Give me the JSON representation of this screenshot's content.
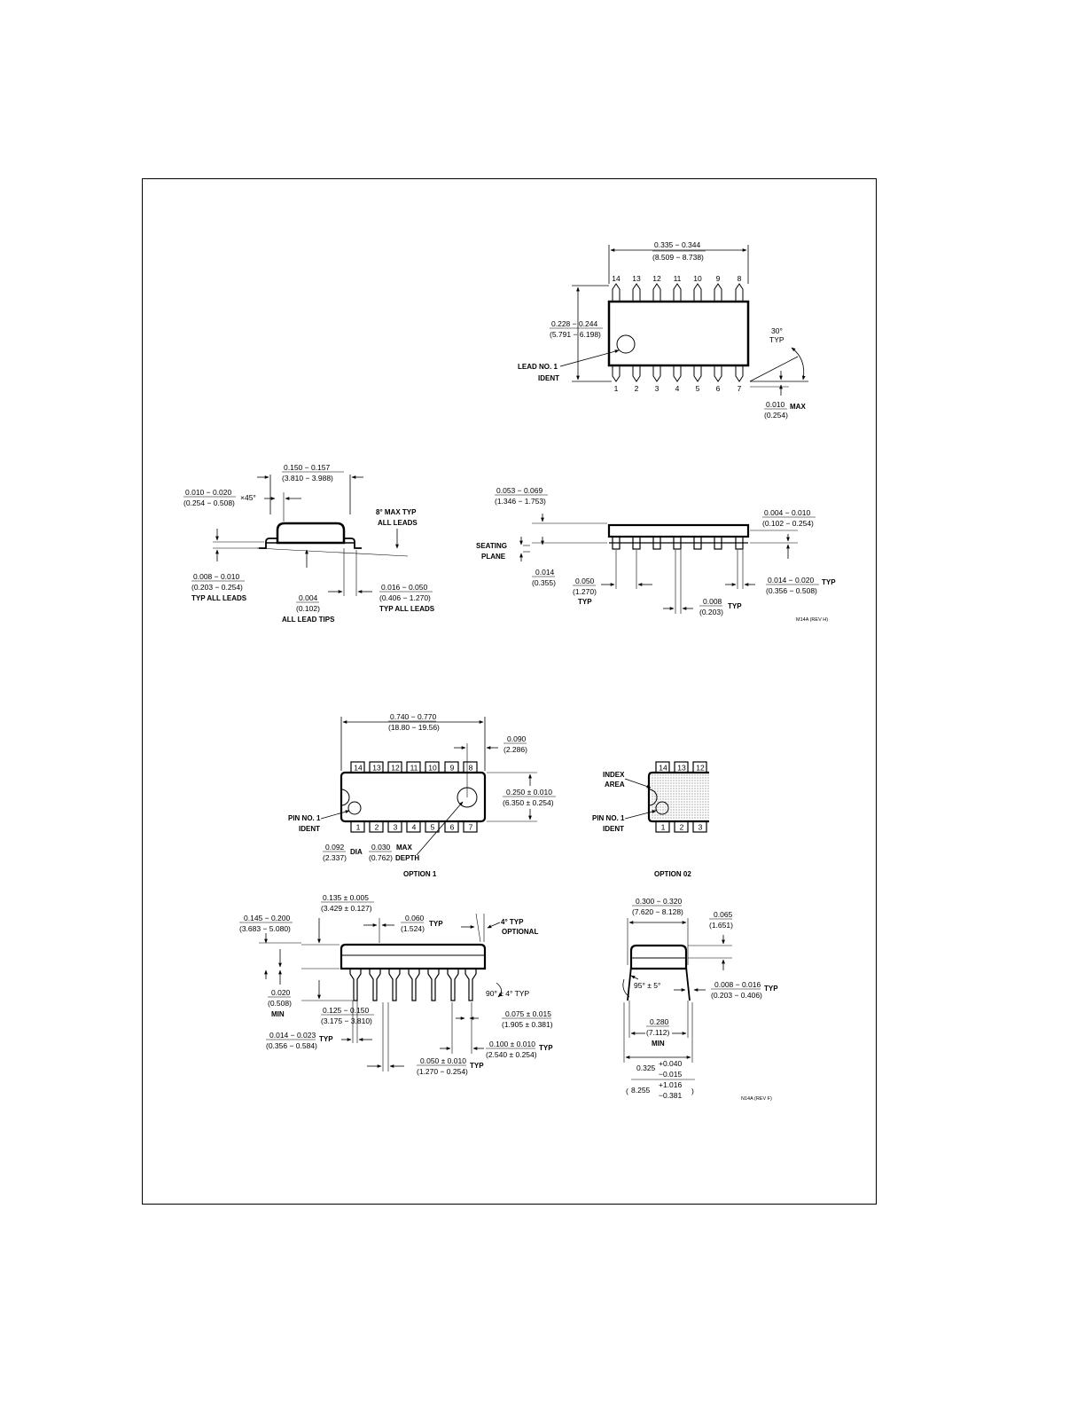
{
  "so14": {
    "top": {
      "length": [
        "0.335 − 0.344",
        "(8.509 − 8.738)"
      ],
      "width": [
        "0.228 − 0.244",
        "(5.791 − 6.198)"
      ],
      "lead_ident": [
        "LEAD NO. 1",
        "IDENT"
      ],
      "angle": [
        "30°",
        "TYP"
      ],
      "height_max": [
        "0.010",
        "MAX",
        "(0.254)"
      ],
      "pins_top": [
        "14",
        "13",
        "12",
        "11",
        "10",
        "9",
        "8"
      ],
      "pins_bottom": [
        "1",
        "2",
        "3",
        "4",
        "5",
        "6",
        "7"
      ]
    },
    "side": {
      "body": [
        "0.150 − 0.157",
        "(3.810 − 3.988)"
      ],
      "chamfer": [
        "0.010 − 0.020",
        "(0.254 − 0.508)",
        "×45°"
      ],
      "lead_angle": [
        "8° MAX TYP",
        "ALL LEADS"
      ],
      "lead_thickness": [
        "0.008 − 0.010",
        "(0.203 − 0.254)",
        "TYP ALL LEADS"
      ],
      "tip": [
        "0.004",
        "(0.102)",
        "ALL LEAD TIPS"
      ],
      "foot": [
        "0.016 − 0.050",
        "(0.406 − 1.270)",
        "TYP ALL LEADS"
      ]
    },
    "front": {
      "height": [
        "0.053 − 0.069",
        "(1.346 − 1.753)"
      ],
      "standoff": [
        "0.004 − 0.010",
        "(0.102 − 0.254)"
      ],
      "seating": [
        "SEATING",
        "PLANE"
      ],
      "lead_h": [
        "0.014",
        "(0.355)"
      ],
      "pitch": [
        "0.050",
        "(1.270)",
        "TYP"
      ],
      "lead_w": [
        "0.014 − 0.020",
        "(0.356 − 0.508)",
        "TYP"
      ],
      "lead_gap": [
        "0.008",
        "(0.203)",
        "TYP"
      ],
      "rev": "M14A (REV H)"
    }
  },
  "dip14": {
    "top": {
      "length": [
        "0.740 − 0.770",
        "(18.80 − 19.56)"
      ],
      "end": [
        "0.090",
        "(2.286)"
      ],
      "width": [
        "0.250 ± 0.010",
        "(6.350 ± 0.254)"
      ],
      "pin_ident": [
        "PIN NO. 1",
        "IDENT"
      ],
      "dia": [
        "0.092",
        "(2.337)",
        "DIA"
      ],
      "depth": [
        "0.030",
        "(0.762)",
        "MAX",
        "DEPTH"
      ],
      "pins_top": [
        "14",
        "13",
        "12",
        "11",
        "10",
        "9",
        "8"
      ],
      "pins_bottom": [
        "1",
        "2",
        "3",
        "4",
        "5",
        "6",
        "7"
      ],
      "caption": "OPTION 1"
    },
    "option2": {
      "index": [
        "INDEX",
        "AREA"
      ],
      "pin_ident": [
        "PIN NO. 1",
        "IDENT"
      ],
      "pins_top": [
        "14",
        "13",
        "12"
      ],
      "pins_bottom": [
        "1",
        "2",
        "3"
      ],
      "caption": "OPTION 02"
    },
    "side": {
      "seat_h": [
        "0.135 ± 0.005",
        "(3.429 ± 0.127)"
      ],
      "total_h": [
        "0.145 − 0.200",
        "(3.683 − 5.080)"
      ],
      "shoulder": [
        "0.060",
        "(1.524)",
        "TYP"
      ],
      "taper": [
        "4° TYP",
        "OPTIONAL"
      ],
      "standoff": [
        "0.020",
        "(0.508)",
        "MIN"
      ],
      "lead_len": [
        "0.125 − 0.150",
        "(3.175 − 3.810)"
      ],
      "lead_w": [
        "0.014 − 0.023",
        "(0.356 − 0.584)",
        "TYP"
      ],
      "angle": [
        "90° ± 4° TYP"
      ],
      "upper_w": [
        "0.075 ± 0.015",
        "(1.905 ± 0.381)"
      ],
      "pitch": [
        "0.100 ± 0.010",
        "(2.540 ± 0.254)",
        "TYP"
      ],
      "shoulder_w": [
        "0.050 ± 0.010",
        "(1.270 − 0.254)",
        "TYP"
      ]
    },
    "end": {
      "row": [
        "0.300 − 0.320",
        "(7.620 − 8.128)"
      ],
      "top_h": [
        "0.065",
        "(1.651)"
      ],
      "angle": [
        "95° ± 5°"
      ],
      "lead_t": [
        "0.008 − 0.016",
        "(0.203 − 0.406)",
        "TYP"
      ],
      "body_w": [
        "0.280",
        "(7.112)",
        "MIN"
      ],
      "spread": [
        "0.325",
        "+0.040",
        "−0.015"
      ],
      "spread_mm": [
        "8.255",
        "+1.016",
        "−0.381"
      ],
      "rev": "N14A (REV F)"
    }
  }
}
